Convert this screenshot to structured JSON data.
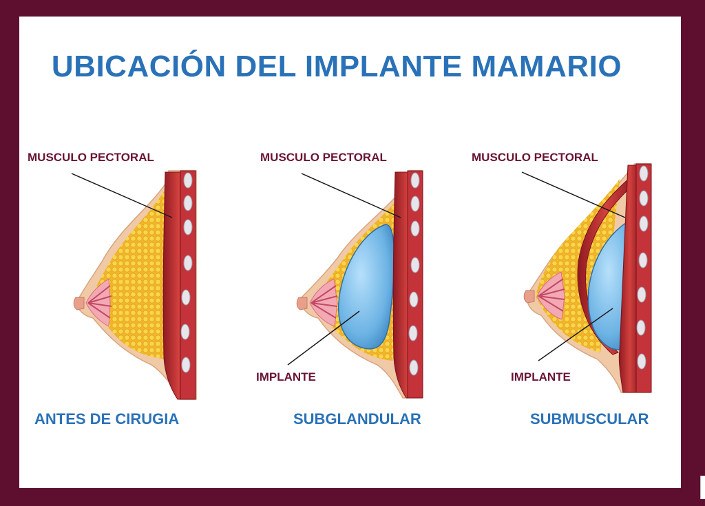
{
  "title": "UBICACIÓN DEL IMPLANTE MAMARIO",
  "colors": {
    "frame": "#5e0f30",
    "title": "#2a72b8",
    "label_dark": "#6a1434",
    "fat": "#f5c93a",
    "muscle": "#b8252b",
    "implant": "#6fb6e6",
    "skin": "#f0c9a6"
  },
  "panels": [
    {
      "caption": "ANTES DE CIRUGIA",
      "muscle_label": "MUSCULO PECTORAL",
      "implant_label": ""
    },
    {
      "caption": "SUBGLANDULAR",
      "muscle_label": "MUSCULO PECTORAL",
      "implant_label": "IMPLANTE"
    },
    {
      "caption": "SUBMUSCULAR",
      "muscle_label": "MUSCULO PECTORAL",
      "implant_label": "IMPLANTE"
    }
  ]
}
